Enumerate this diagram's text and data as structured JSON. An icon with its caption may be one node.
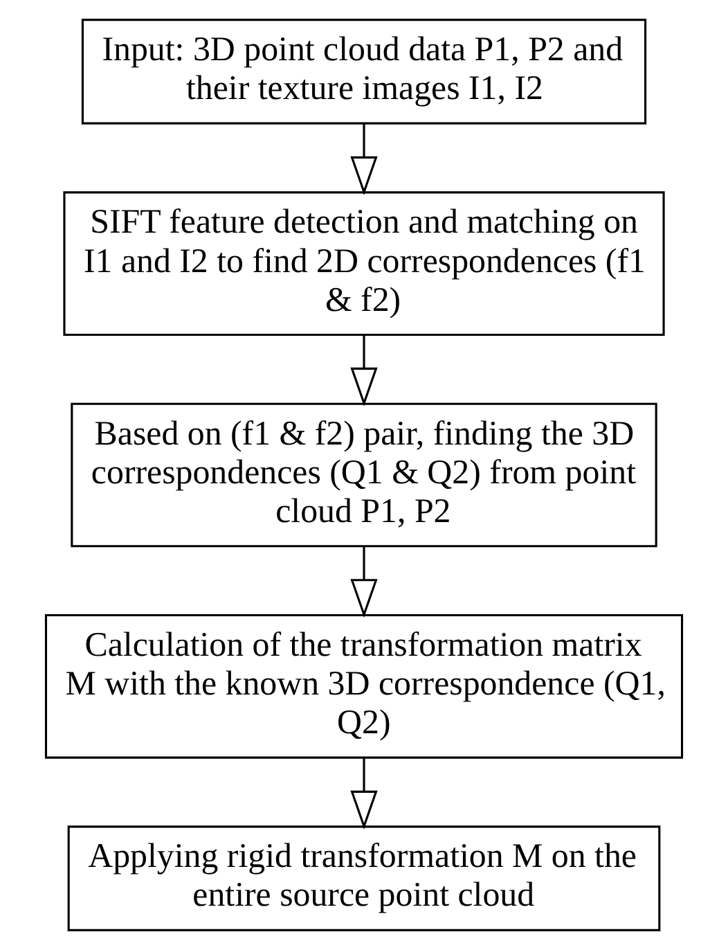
{
  "diagram": {
    "nodes": [
      {
        "text": [
          "Input: 3D point cloud data P1, P2 and their texture images I1, I2"
        ]
      },
      {
        "text": [
          "SIFT feature detection and matching on I1 and I2 to find 2D correspondences (f1 & f2)"
        ]
      },
      {
        "text": [
          "Based on (f1 & f2) pair, finding the 3D correspondences (Q1 & Q2) from point cloud P1, P2"
        ]
      },
      {
        "text": [
          "Calculation of the transformation matrix M with the known 3D correspondence (Q1, Q2)"
        ]
      },
      {
        "text": [
          "Applying rigid transformation M on the entire source point cloud"
        ]
      }
    ],
    "edges": [
      {
        "from": 0,
        "to": 1,
        "arrow": "to"
      },
      {
        "from": 1,
        "to": 2,
        "arrow": "to"
      },
      {
        "from": 2,
        "to": 3,
        "arrow": "to"
      },
      {
        "from": 3,
        "to": 4,
        "arrow": "to"
      }
    ]
  }
}
